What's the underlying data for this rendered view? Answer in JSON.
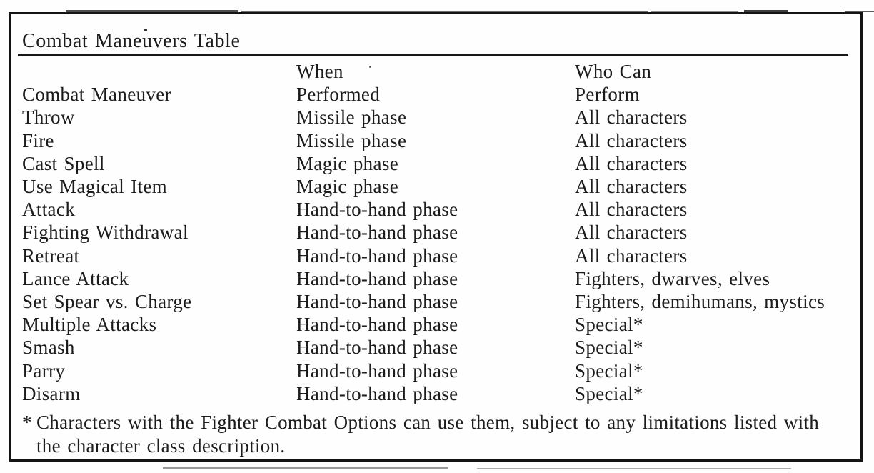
{
  "title": "Combat Maneuvers Table",
  "table": {
    "columns": [
      [
        "",
        "Combat Maneuver"
      ],
      [
        "When",
        "Performed"
      ],
      [
        "Who Can",
        "Perform"
      ]
    ],
    "rows": [
      {
        "maneuver": "Throw",
        "when": "Missile phase",
        "who": "All characters"
      },
      {
        "maneuver": "Fire",
        "when": "Missile phase",
        "who": "All characters"
      },
      {
        "maneuver": "Cast Spell",
        "when": "Magic phase",
        "who": "All characters"
      },
      {
        "maneuver": "Use Magical Item",
        "when": "Magic phase",
        "who": "All characters"
      },
      {
        "maneuver": "Attack",
        "when": "Hand-to-hand phase",
        "who": "All characters"
      },
      {
        "maneuver": "Fighting Withdrawal",
        "when": "Hand-to-hand phase",
        "who": "All characters"
      },
      {
        "maneuver": "Retreat",
        "when": "Hand-to-hand phase",
        "who": "All characters"
      },
      {
        "maneuver": "Lance Attack",
        "when": "Hand-to-hand phase",
        "who": "Fighters, dwarves, elves"
      },
      {
        "maneuver": "Set Spear vs. Charge",
        "when": "Hand-to-hand phase",
        "who": "Fighters, demihumans, mystics"
      },
      {
        "maneuver": "Multiple Attacks",
        "when": "Hand-to-hand phase",
        "who": "Special*"
      },
      {
        "maneuver": "Smash",
        "when": "Hand-to-hand phase",
        "who": "Special*"
      },
      {
        "maneuver": "Parry",
        "when": "Hand-to-hand phase",
        "who": "Special*"
      },
      {
        "maneuver": "Disarm",
        "when": "Hand-to-hand phase",
        "who": "Special*"
      }
    ]
  },
  "footnote": {
    "marker": "*",
    "line1": "Characters with the Fighter Combat Options can use them, subject to any limitations listed with",
    "line2": "the character class description."
  },
  "colors": {
    "ink": "#1c1c1c",
    "paper": "#fefefe"
  }
}
